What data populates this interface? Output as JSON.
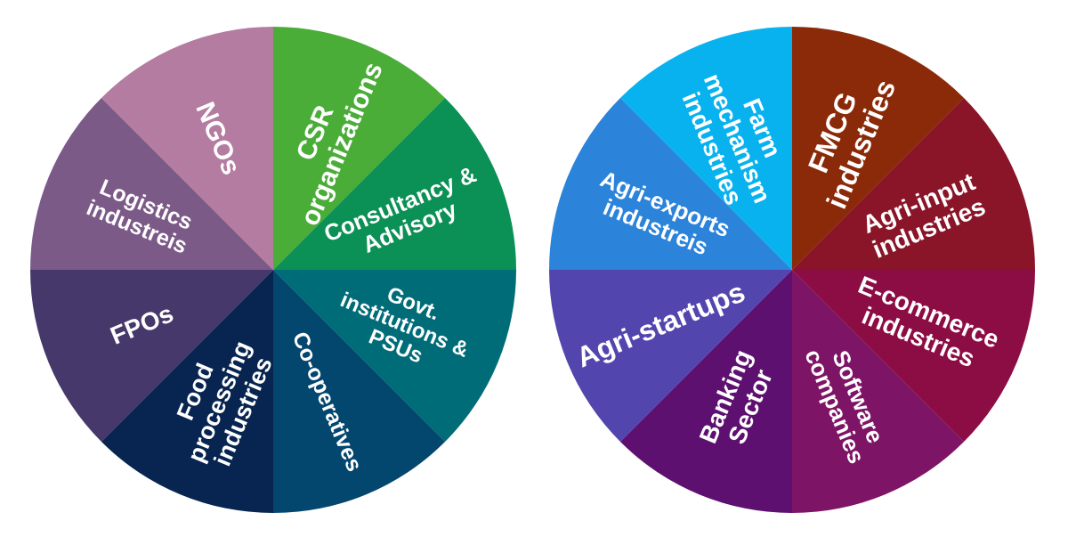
{
  "wheels": [
    {
      "name": "left-wheel",
      "segments": [
        {
          "lines": [
            "CSR",
            "organizations"
          ],
          "color": "#4aad38"
        },
        {
          "lines": [
            "Consultancy &",
            "Advisory"
          ],
          "color": "#0b9055"
        },
        {
          "lines": [
            "Govt.",
            "institutions &",
            "PSUs"
          ],
          "color": "#006c78"
        },
        {
          "lines": [
            "Co-operatives"
          ],
          "color": "#03466e"
        },
        {
          "lines": [
            "Food",
            "processing",
            "industries"
          ],
          "color": "#072550"
        },
        {
          "lines": [
            "FPOs"
          ],
          "color": "#46386a"
        },
        {
          "lines": [
            "Logistics",
            "industreis"
          ],
          "color": "#7c5a88"
        },
        {
          "lines": [
            "NGOs"
          ],
          "color": "#b47ca0"
        }
      ]
    },
    {
      "name": "right-wheel",
      "segments": [
        {
          "lines": [
            "FMCG",
            "industries"
          ],
          "color": "#8a2a08"
        },
        {
          "lines": [
            "Agri-input",
            "industries"
          ],
          "color": "#8a1428"
        },
        {
          "lines": [
            "E-commerce",
            "industries"
          ],
          "color": "#8c0c44"
        },
        {
          "lines": [
            "Software",
            "companies"
          ],
          "color": "#7e1466"
        },
        {
          "lines": [
            "Banking",
            "Sector"
          ],
          "color": "#5e1070"
        },
        {
          "lines": [
            "Agri-startups"
          ],
          "color": "#5246ae"
        },
        {
          "lines": [
            "Agri-exports",
            "industreis"
          ],
          "color": "#2b83da"
        },
        {
          "lines": [
            "Farm",
            "mechanism",
            "industries"
          ],
          "color": "#08b2ee"
        }
      ]
    }
  ]
}
